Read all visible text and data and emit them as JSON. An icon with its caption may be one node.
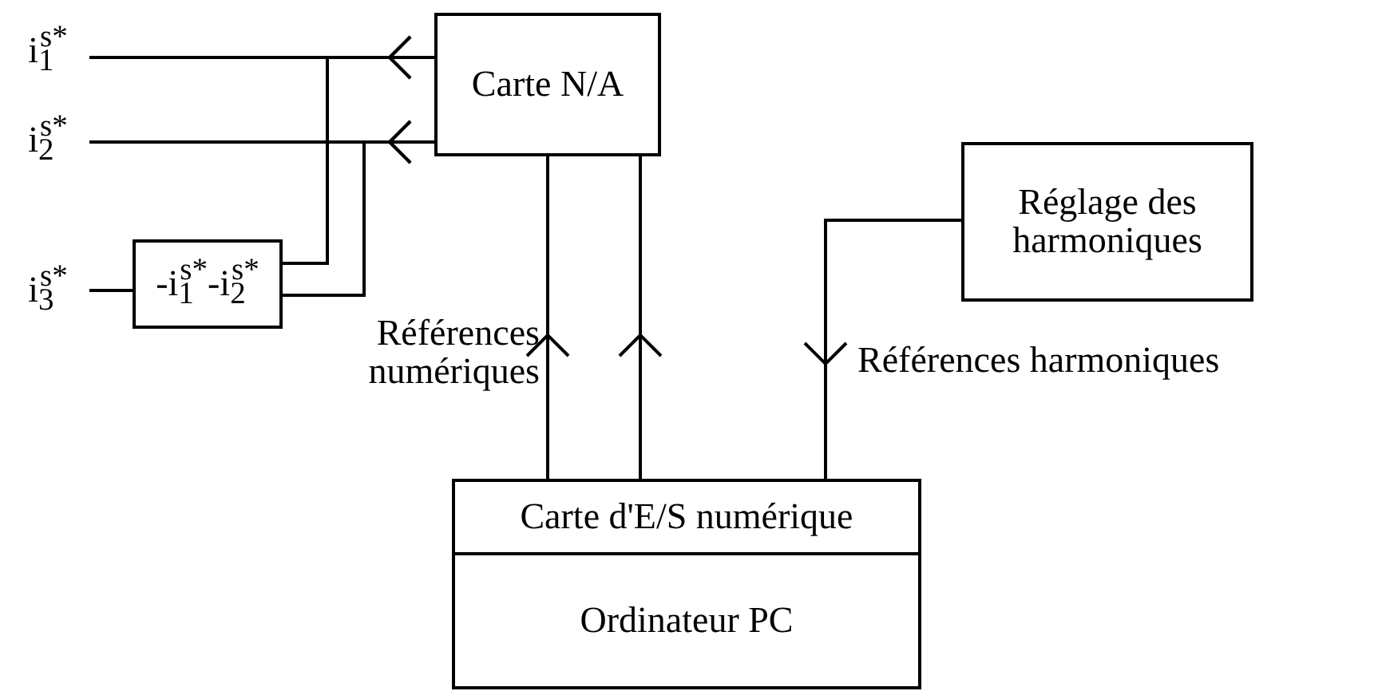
{
  "diagram": {
    "nodes": [
      {
        "text": [
          "i$_{1}$$^{s*}$"
        ]
      },
      {
        "text": [
          "Carte N/A"
        ]
      },
      {
        "text": [
          "i$_{2}$$^{s*}$"
        ]
      },
      {
        "text": [
          "Réglage des harmoniques"
        ]
      },
      {
        "text": [
          "i$_{3}$$^{s*}$"
        ]
      },
      {
        "text": [
          "-i$_{1}$$^{s*}$-i$_{2}$$^{s*}$"
        ]
      },
      {
        "text": [
          "Carte d'E/S numérique"
        ]
      },
      {
        "text": [
          "Ordinateur PC"
        ]
      }
    ],
    "edges": [
      {
        "from": 1,
        "to": 0,
        "arrow": "to"
      },
      {
        "from": 1,
        "to": 5,
        "arrow": "to"
      },
      {
        "from": 1,
        "to": 2,
        "arrow": "to"
      },
      {
        "from": 1,
        "to": 5,
        "arrow": "to"
      },
      {
        "from": 5,
        "to": 4,
        "arrow": "none"
      },
      {
        "from": 6,
        "to": 1,
        "arrow": "to",
        "label": "Références numériques"
      },
      {
        "from": 6,
        "to": 1,
        "arrow": "to"
      },
      {
        "from": 3,
        "to": 6,
        "arrow": "to",
        "label": "Références harmoniques"
      }
    ]
  }
}
